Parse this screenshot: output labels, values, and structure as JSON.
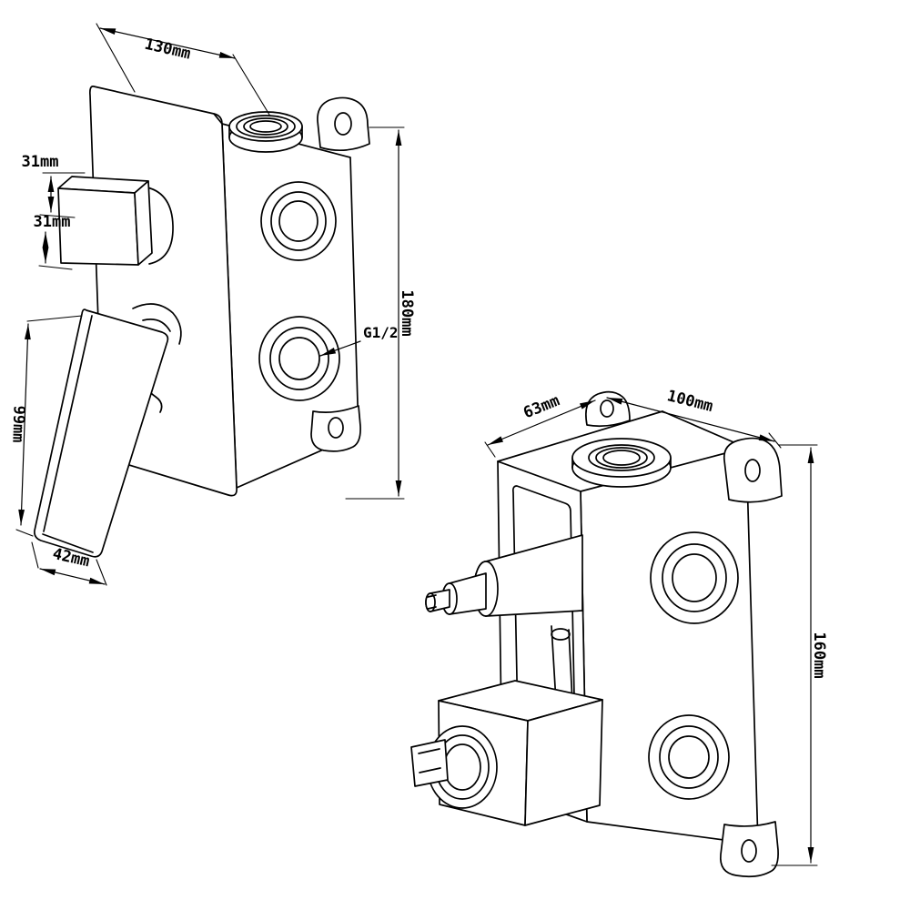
{
  "drawing": {
    "background_color": "#ffffff",
    "line_color": "#000000",
    "front_view": {
      "width_label": "130mm",
      "knob_depth_label": "31mm",
      "knob_height_label": "31mm",
      "height_label": "180mm",
      "thread_label": "G1/2",
      "lever_length_label": "99mm",
      "lever_width_label": "42mm"
    },
    "rear_view": {
      "depth_label": "63mm",
      "width_label": "100mm",
      "height_label": "160mm"
    }
  }
}
